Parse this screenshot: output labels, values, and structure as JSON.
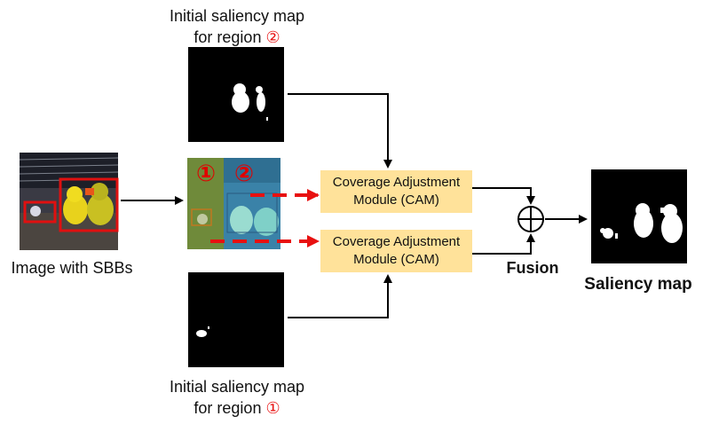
{
  "top_map": {
    "line1": "Initial saliency map",
    "line2_prefix": "for region ",
    "region_mark": "②"
  },
  "bottom_map": {
    "line1": "Initial saliency map",
    "line2_prefix": "for region ",
    "region_mark": "①"
  },
  "input": {
    "caption": "Image with SBBs"
  },
  "split": {
    "region1_mark": "①",
    "region2_mark": "②"
  },
  "cam_top": {
    "line1": "Coverage Adjustment",
    "line2": "Module (CAM)"
  },
  "cam_bottom": {
    "line1": "Coverage Adjustment",
    "line2": "Module (CAM)"
  },
  "fusion": {
    "label": "Fusion",
    "symbol": "⊕"
  },
  "output": {
    "caption": "Saliency map"
  },
  "colors": {
    "region_box": "#e01010",
    "cam_fill": "#ffe29a",
    "dashed_arrow": "#e81010"
  }
}
